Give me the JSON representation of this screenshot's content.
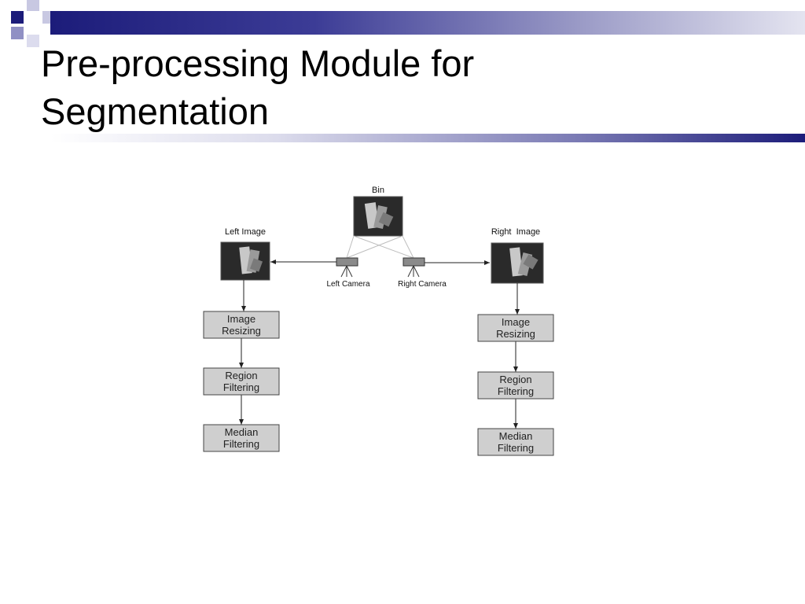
{
  "slide": {
    "title_line1": "Pre-processing Module for",
    "title_line2": "Segmentation"
  },
  "colors": {
    "accent_dark": "#1c1c7a",
    "accent_mid": "#5a5aa8",
    "accent_light": "#b4b4d8",
    "box_fill": "#cfcfcf"
  },
  "diagram": {
    "bin_label": "Bin",
    "left_image_label": "Left Image",
    "right_image_label": "Right  Image",
    "left_camera_label": "Left Camera",
    "right_camera_label": "Right Camera",
    "left_pipeline": [
      {
        "line1": "Image",
        "line2": "Resizing"
      },
      {
        "line1": "Region",
        "line2": "Filtering"
      },
      {
        "line1": "Median",
        "line2": "Filtering"
      }
    ],
    "right_pipeline": [
      {
        "line1": "Image",
        "line2": "Resizing"
      },
      {
        "line1": "Region",
        "line2": "Filtering"
      },
      {
        "line1": "Median",
        "line2": "Filtering"
      }
    ]
  }
}
